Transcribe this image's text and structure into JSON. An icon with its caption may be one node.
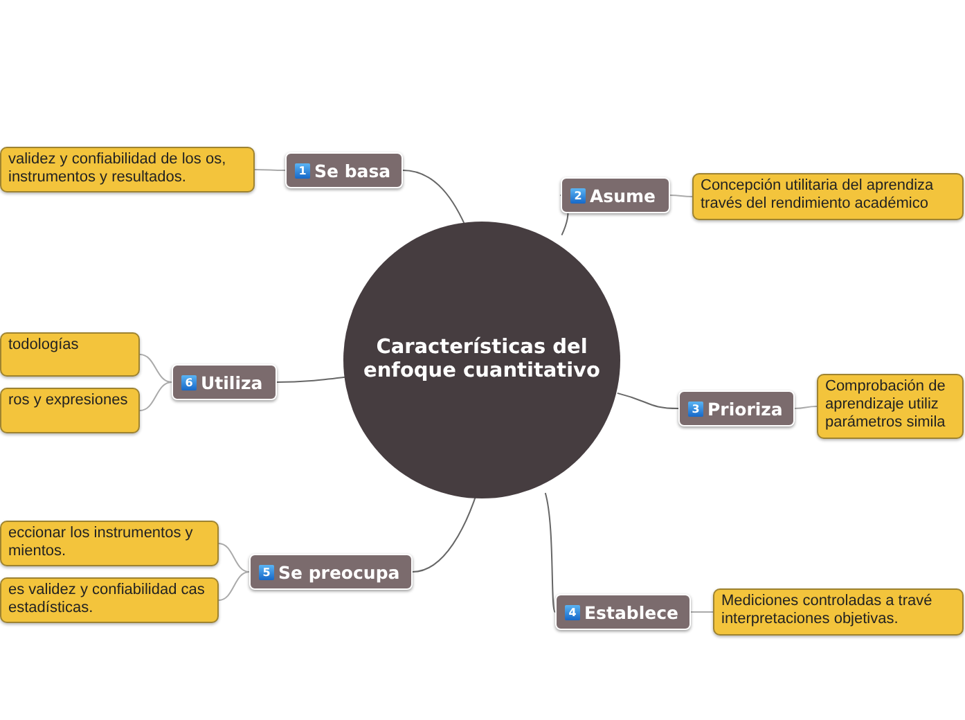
{
  "diagram": {
    "nodes": [
      {
        "text": [
          "Características del enfoque cuantitativo"
        ]
      },
      {
        "text": [
          "1",
          "Se basa"
        ]
      },
      {
        "text": [
          "validez y confiabilidad de los os, instrumentos y resultados."
        ]
      },
      {
        "text": [
          "2",
          "Asume"
        ]
      },
      {
        "text": [
          "Concepción utilitaria del aprendiza través del rendimiento académico"
        ]
      },
      {
        "text": [
          "3",
          "Prioriza"
        ]
      },
      {
        "text": [
          "Comprobación de aprendizaje utiliz parámetros simila"
        ]
      },
      {
        "text": [
          "4",
          "Establece"
        ]
      },
      {
        "text": [
          "Mediciones controladas a travé interpretaciones objetivas."
        ]
      },
      {
        "text": [
          "5",
          "Se preocupa"
        ]
      },
      {
        "text": [
          "eccionar los instrumentos y mientos."
        ]
      },
      {
        "text": [
          "es validez y confiabilidad cas estadísticas."
        ]
      },
      {
        "text": [
          "6",
          "Utiliza"
        ]
      },
      {
        "text": [
          "todologías"
        ]
      },
      {
        "text": [
          "ros y expresiones"
        ]
      }
    ],
    "edges": [
      {
        "from": 0,
        "to": 1,
        "arrow": "none"
      },
      {
        "from": 1,
        "to": 2,
        "arrow": "none"
      },
      {
        "from": 0,
        "to": 3,
        "arrow": "none"
      },
      {
        "from": 3,
        "to": 4,
        "arrow": "none"
      },
      {
        "from": 0,
        "to": 5,
        "arrow": "none"
      },
      {
        "from": 5,
        "to": 6,
        "arrow": "none"
      },
      {
        "from": 0,
        "to": 7,
        "arrow": "none"
      },
      {
        "from": 7,
        "to": 8,
        "arrow": "none"
      },
      {
        "from": 0,
        "to": 9,
        "arrow": "none"
      },
      {
        "from": 9,
        "to": 10,
        "arrow": "none"
      },
      {
        "from": 9,
        "to": 11,
        "arrow": "none"
      },
      {
        "from": 0,
        "to": 12,
        "arrow": "none"
      },
      {
        "from": 12,
        "to": 13,
        "arrow": "none"
      },
      {
        "from": 12,
        "to": 14,
        "arrow": "none"
      }
    ]
  }
}
